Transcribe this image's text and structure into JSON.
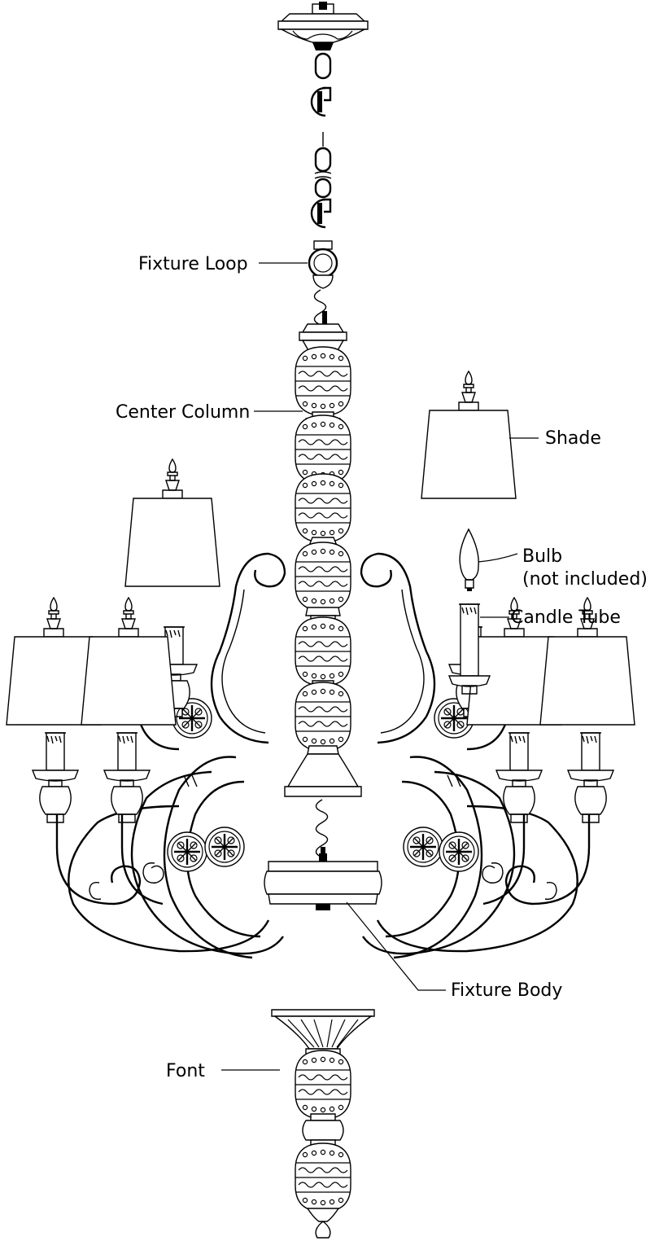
{
  "labels": {
    "fixture_loop": "Fixture Loop",
    "center_column": "Center Column",
    "shade": "Shade",
    "bulb_line1": "Bulb",
    "bulb_line2": "(not included)",
    "candle_tube": "Candle Tube",
    "fixture_body": "Fixture Body",
    "font": "Font"
  },
  "colors": {
    "ink": "#000000",
    "paper": "#ffffff"
  }
}
